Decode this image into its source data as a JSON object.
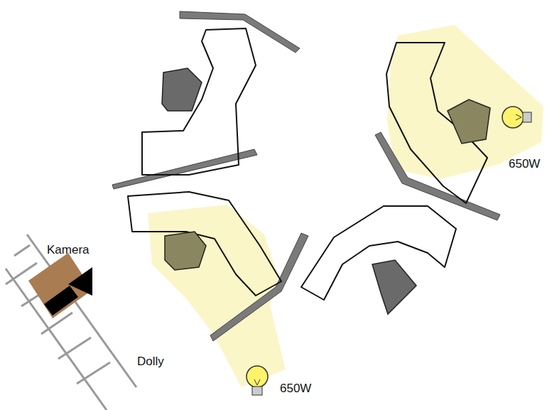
{
  "diagram": {
    "labels": [
      "650W",
      "Kamera",
      "Dolly",
      "650W"
    ]
  }
}
